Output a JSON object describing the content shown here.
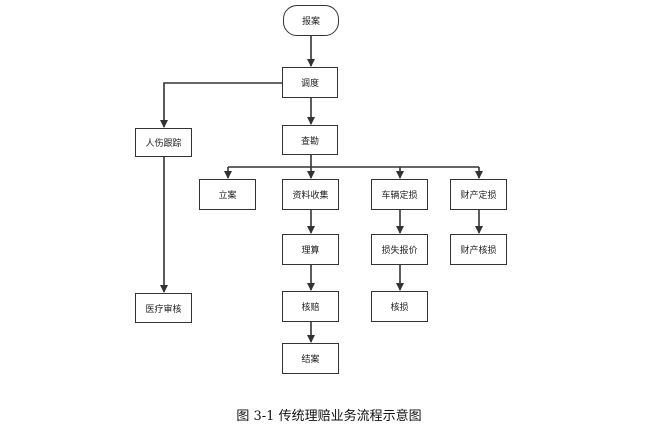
{
  "nodes": {
    "baoan": "报案",
    "diaodu": "调度",
    "chakan": "查勘",
    "renshang": "人伤跟踪",
    "yiliao": "医疗审核",
    "lian": "立案",
    "ziliao": "资料收集",
    "lisuan": "理算",
    "hepei": "核赔",
    "jiean": "结案",
    "cheliang": "车辆定损",
    "sunshi": "损失报价",
    "hejia": "核损",
    "caichan": "财产定损",
    "caihe": "财产核损"
  },
  "caption": "图 3-1   传统理赔业务流程示意图"
}
